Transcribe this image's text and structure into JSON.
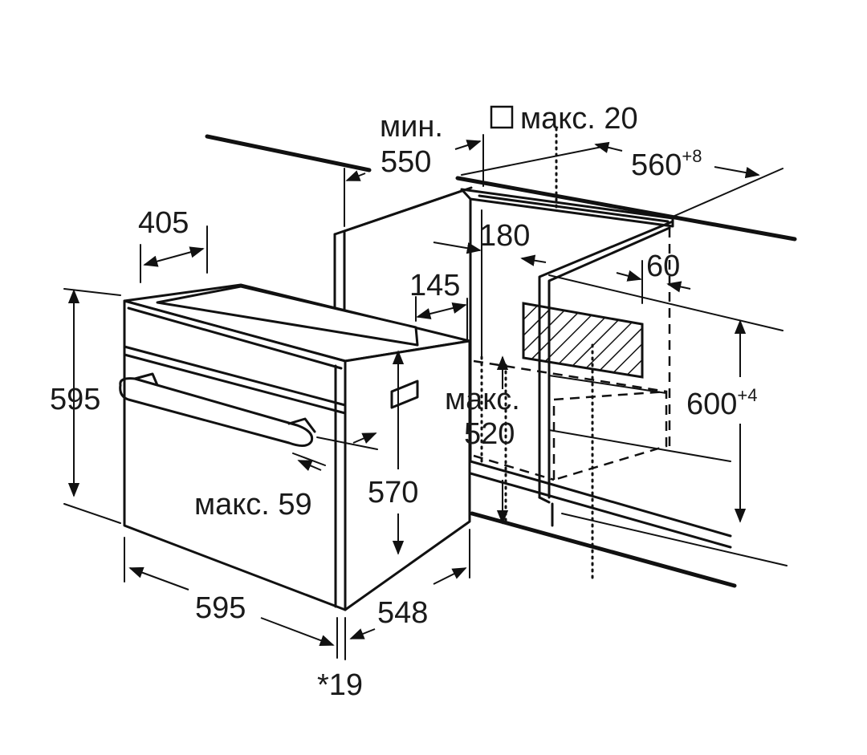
{
  "labels": {
    "min_label": "мин.",
    "cabinet_depth": "550",
    "max_20": "макс. 20",
    "niche_width": "560",
    "niche_width_tol": "+8",
    "oven_depth_top": "405",
    "dim_180": "180",
    "dim_145": "145",
    "dim_60": "60",
    "oven_height": "595",
    "max_label_520": "макс.",
    "dim_520": "520",
    "niche_height": "600",
    "niche_height_tol": "+4",
    "max_59": "макс. 59",
    "body_height": "570",
    "oven_width": "595",
    "oven_depth": "548",
    "front_thickness": "*19"
  },
  "colors": {
    "line": "#111111",
    "text": "#1a1a1a",
    "background": "#ffffff"
  }
}
